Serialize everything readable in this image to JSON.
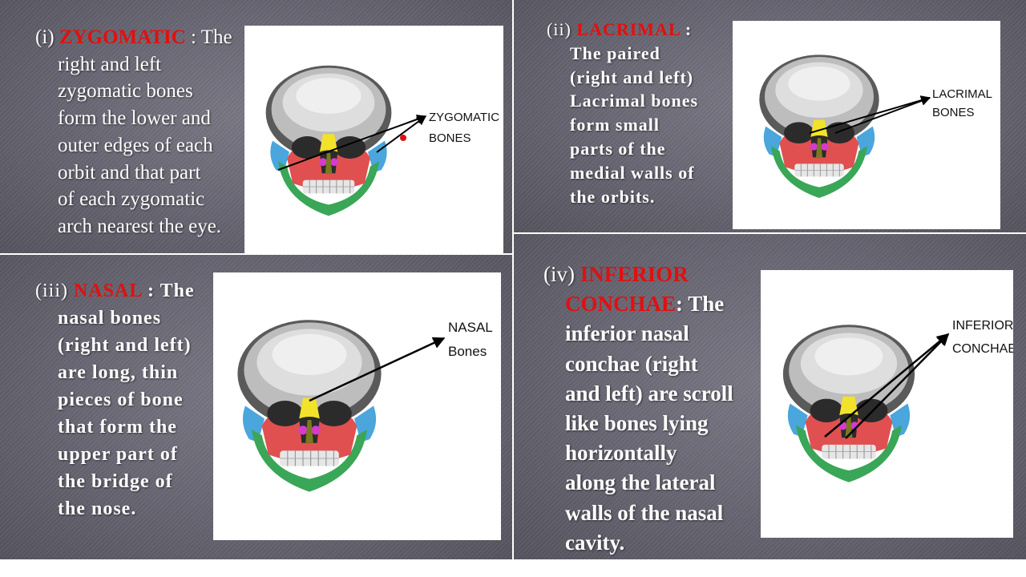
{
  "panels": {
    "zygomatic": {
      "number": "(i)",
      "heading": "ZYGOMATIC",
      "lines": [
        " : The",
        "right and left",
        "zygomatic bones",
        "form the lower and",
        "outer edges of each",
        "orbit and that part",
        "of each zygomatic",
        "arch nearest the eye."
      ],
      "figure_label_1": "ZYGOMATIC",
      "figure_label_2": "BONES"
    },
    "lacrimal": {
      "number": "(ii)",
      "heading": "LACRIMAL",
      "lines": [
        " :",
        "The paired",
        "(right and left)",
        "Lacrimal bones",
        "form small",
        "parts of the",
        "medial walls of",
        "the orbits."
      ],
      "figure_label_1": "LACRIMAL",
      "figure_label_2": "BONES"
    },
    "nasal": {
      "number": "(iii)",
      "heading": "NASAL",
      "lines": [
        " : The",
        "nasal bones",
        "(right and left)",
        "are long, thin",
        "pieces of bone",
        "that form the",
        "upper part of",
        "the bridge of",
        "the nose."
      ],
      "figure_label_1": "NASAL",
      "figure_label_2": "Bones"
    },
    "conchae": {
      "number": "(iv)",
      "heading_1": "INFERIOR",
      "heading_2": "CONCHAE",
      "lines": [
        ": The",
        "inferior nasal",
        "conchae (right",
        "and left) are scroll",
        "like bones lying",
        "horizontally",
        "along the lateral",
        "walls of the nasal",
        "cavity."
      ],
      "figure_label_1": "INFERIOR",
      "figure_label_2": "CONCHAE"
    }
  },
  "colors": {
    "heading_red": "#e01010",
    "zygomatic_blue": "#4aa6dc",
    "maxilla_red": "#e05050",
    "mandible_green": "#3aa657",
    "nasal_yellow": "#f2e22a",
    "concha_magenta": "#d63ad0",
    "vomer_olive": "#7a7a1c"
  }
}
